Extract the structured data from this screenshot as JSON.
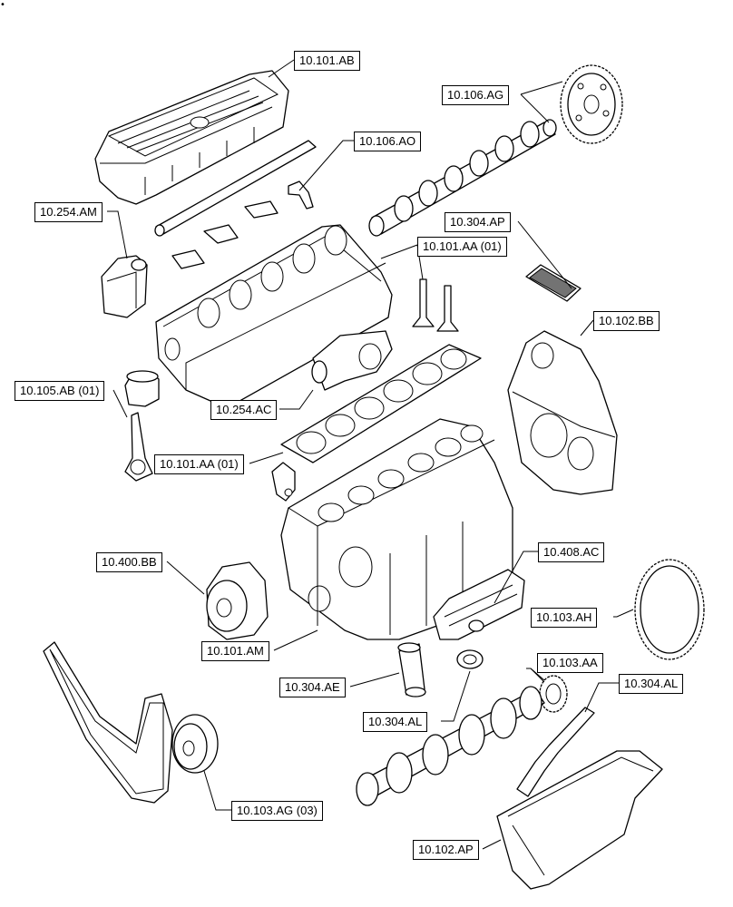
{
  "corner_mark": "•",
  "callouts": [
    {
      "id": "rocker-cover",
      "text": "10.101.AB"
    },
    {
      "id": "camshaft",
      "text": "10.106.AG"
    },
    {
      "id": "rocker-shaft",
      "text": "10.106.AO"
    },
    {
      "id": "egr-valve",
      "text": "10.254.AM"
    },
    {
      "id": "oil-filter-insert",
      "text": "10.304.AP"
    },
    {
      "id": "valves",
      "text": "10.101.AA (01)"
    },
    {
      "id": "timing-cover",
      "text": "10.102.BB"
    },
    {
      "id": "piston",
      "text": "10.105.AB (01)"
    },
    {
      "id": "exhaust-elbow",
      "text": "10.254.AC"
    },
    {
      "id": "head-gasket",
      "text": "10.101.AA (01)"
    },
    {
      "id": "water-pump",
      "text": "10.400.BB"
    },
    {
      "id": "oil-cooler",
      "text": "10.408.AC"
    },
    {
      "id": "flywheel-ring",
      "text": "10.103.AH"
    },
    {
      "id": "engine-block",
      "text": "10.101.AM"
    },
    {
      "id": "crank-gear",
      "text": "10.103.AA"
    },
    {
      "id": "oil-filter",
      "text": "10.304.AE"
    },
    {
      "id": "suction-pipe",
      "text": "10.304.AL"
    },
    {
      "id": "oil-pump-seal",
      "text": "10.304.AL"
    },
    {
      "id": "damper",
      "text": "10.103.AG (03)"
    },
    {
      "id": "oil-pan",
      "text": "10.102.AP"
    }
  ]
}
